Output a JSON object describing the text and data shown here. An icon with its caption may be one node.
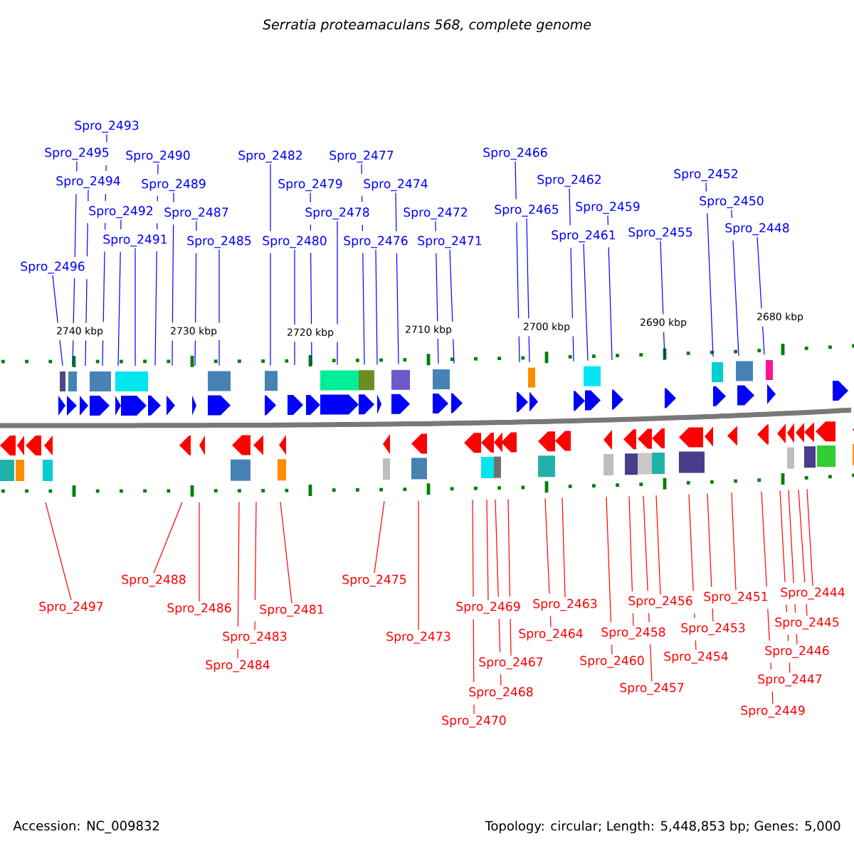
{
  "diagram": {
    "title": "Serratia proteamaculans 568, complete genome",
    "nodes": [
      {
        "text": [
          "Spro_2493"
        ]
      },
      {
        "text": [
          "Spro_2495"
        ]
      },
      {
        "text": [
          "Spro_2494"
        ]
      },
      {
        "text": [
          "Spro_2490"
        ]
      },
      {
        "text": [
          "Spro_2489"
        ]
      },
      {
        "text": [
          "Spro_2492"
        ]
      },
      {
        "text": [
          "Spro_2491"
        ]
      },
      {
        "text": [
          "Spro_2487"
        ]
      },
      {
        "text": [
          "Spro_2485"
        ]
      },
      {
        "text": [
          "Spro_2496"
        ]
      },
      {
        "text": [
          "Spro_2482"
        ]
      },
      {
        "text": [
          "Spro_2479"
        ]
      },
      {
        "text": [
          "Spro_2478"
        ]
      },
      {
        "text": [
          "Spro_2480"
        ]
      },
      {
        "text": [
          "Spro_2477"
        ]
      },
      {
        "text": [
          "Spro_2474"
        ]
      },
      {
        "text": [
          "Spro_2476"
        ]
      },
      {
        "text": [
          "Spro_2472"
        ]
      },
      {
        "text": [
          "Spro_2471"
        ]
      },
      {
        "text": [
          "Spro_2466"
        ]
      },
      {
        "text": [
          "Spro_2465"
        ]
      },
      {
        "text": [
          "Spro_2462"
        ]
      },
      {
        "text": [
          "Spro_2459"
        ]
      },
      {
        "text": [
          "Spro_2461"
        ]
      },
      {
        "text": [
          "Spro_2455"
        ]
      },
      {
        "text": [
          "Spro_2452"
        ]
      },
      {
        "text": [
          "Spro_2450"
        ]
      },
      {
        "text": [
          "Spro_2448"
        ]
      },
      {
        "text": [
          "Spro_2497"
        ]
      },
      {
        "text": [
          "Spro_2488"
        ]
      },
      {
        "text": [
          "Spro_2486"
        ]
      },
      {
        "text": [
          "Spro_2483"
        ]
      },
      {
        "text": [
          "Spro_2484"
        ]
      },
      {
        "text": [
          "Spro_2481"
        ]
      },
      {
        "text": [
          "Spro_2475"
        ]
      },
      {
        "text": [
          "Spro_2473"
        ]
      },
      {
        "text": [
          "Spro_2469"
        ]
      },
      {
        "text": [
          "Spro_2467"
        ]
      },
      {
        "text": [
          "Spro_2468"
        ]
      },
      {
        "text": [
          "Spro_2470"
        ]
      },
      {
        "text": [
          "Spro_2463"
        ]
      },
      {
        "text": [
          "Spro_2464"
        ]
      },
      {
        "text": [
          "Spro_2460"
        ]
      },
      {
        "text": [
          "Spro_2458"
        ]
      },
      {
        "text": [
          "Spro_2456"
        ]
      },
      {
        "text": [
          "Spro_2457"
        ]
      },
      {
        "text": [
          "Spro_2454"
        ]
      },
      {
        "text": [
          "Spro_2453"
        ]
      },
      {
        "text": [
          "Spro_2451"
        ]
      },
      {
        "text": [
          "Spro_2449"
        ]
      },
      {
        "text": [
          "Spro_2447"
        ]
      },
      {
        "text": [
          "Spro_2446"
        ]
      },
      {
        "text": [
          "Spro_2445"
        ]
      },
      {
        "text": [
          "Spro_2444"
        ]
      }
    ],
    "edges": [
      {
        "from": 0,
        "to": null,
        "arrow": "none"
      },
      {
        "from": 1,
        "to": null,
        "arrow": "none"
      },
      {
        "from": 2,
        "to": null,
        "arrow": "none"
      },
      {
        "from": 3,
        "to": null,
        "arrow": "none"
      },
      {
        "from": 4,
        "to": null,
        "arrow": "none"
      },
      {
        "from": 5,
        "to": null,
        "arrow": "none"
      },
      {
        "from": 6,
        "to": null,
        "arrow": "none"
      },
      {
        "from": 7,
        "to": null,
        "arrow": "none"
      },
      {
        "from": 8,
        "to": null,
        "arrow": "none"
      },
      {
        "from": 9,
        "to": null,
        "arrow": "none"
      },
      {
        "from": 10,
        "to": null,
        "arrow": "none"
      },
      {
        "from": 11,
        "to": null,
        "arrow": "none"
      },
      {
        "from": 12,
        "to": null,
        "arrow": "none"
      },
      {
        "from": 13,
        "to": null,
        "arrow": "none"
      },
      {
        "from": 14,
        "to": null,
        "arrow": "none"
      },
      {
        "from": 15,
        "to": null,
        "arrow": "none"
      },
      {
        "from": 16,
        "to": null,
        "arrow": "none"
      },
      {
        "from": 17,
        "to": null,
        "arrow": "none"
      },
      {
        "from": 18,
        "to": null,
        "arrow": "none"
      },
      {
        "from": 19,
        "to": null,
        "arrow": "none"
      },
      {
        "from": 20,
        "to": null,
        "arrow": "none"
      },
      {
        "from": 21,
        "to": null,
        "arrow": "none"
      },
      {
        "from": 22,
        "to": null,
        "arrow": "none"
      },
      {
        "from": 23,
        "to": null,
        "arrow": "none"
      },
      {
        "from": 24,
        "to": null,
        "arrow": "none"
      },
      {
        "from": 25,
        "to": null,
        "arrow": "none"
      },
      {
        "from": 26,
        "to": null,
        "arrow": "none"
      },
      {
        "from": 27,
        "to": null,
        "arrow": "none"
      },
      {
        "from": 28,
        "to": null,
        "arrow": "none",
        "color": "#ff0000"
      },
      {
        "from": 29,
        "to": null,
        "arrow": "none",
        "color": "#ff0000"
      },
      {
        "from": 30,
        "to": null,
        "arrow": "none",
        "color": "#ff0000"
      },
      {
        "from": 31,
        "to": null,
        "arrow": "none",
        "color": "#ff0000"
      },
      {
        "from": 32,
        "to": null,
        "arrow": "none",
        "color": "#ff0000"
      },
      {
        "from": 33,
        "to": null,
        "arrow": "none",
        "color": "#ff0000"
      },
      {
        "from": 34,
        "to": null,
        "arrow": "none",
        "color": "#ff0000"
      },
      {
        "from": 35,
        "to": null,
        "arrow": "none",
        "color": "#ff0000"
      },
      {
        "from": 36,
        "to": null,
        "arrow": "none",
        "color": "#ff0000"
      },
      {
        "from": 37,
        "to": null,
        "arrow": "none",
        "color": "#ff0000"
      },
      {
        "from": 38,
        "to": null,
        "arrow": "none",
        "color": "#ff0000"
      },
      {
        "from": 39,
        "to": null,
        "arrow": "none",
        "color": "#ff0000"
      },
      {
        "from": 40,
        "to": null,
        "arrow": "none",
        "color": "#ff0000"
      },
      {
        "from": 41,
        "to": null,
        "arrow": "none",
        "color": "#ff0000"
      },
      {
        "from": 42,
        "to": null,
        "arrow": "none",
        "color": "#ff0000"
      },
      {
        "from": 43,
        "to": null,
        "arrow": "none",
        "color": "#ff0000"
      },
      {
        "from": 44,
        "to": null,
        "arrow": "none",
        "color": "#ff0000"
      },
      {
        "from": 45,
        "to": null,
        "arrow": "none",
        "color": "#ff0000"
      },
      {
        "from": 46,
        "to": null,
        "arrow": "none",
        "color": "#ff0000"
      },
      {
        "from": 47,
        "to": null,
        "arrow": "none",
        "color": "#ff0000"
      },
      {
        "from": 48,
        "to": null,
        "arrow": "none",
        "color": "#ff0000"
      },
      {
        "from": 49,
        "to": null,
        "arrow": "none",
        "color": "#ff0000"
      },
      {
        "from": 50,
        "to": null,
        "arrow": "none",
        "color": "#ff0000"
      },
      {
        "from": 51,
        "to": null,
        "arrow": "none",
        "color": "#ff0000"
      },
      {
        "from": 52,
        "to": null,
        "arrow": "none",
        "color": "#ff0000"
      },
      {
        "from": 53,
        "to": null,
        "arrow": "none",
        "color": "#ff0000"
      }
    ],
    "labels": [
      "2740 kbp",
      "2730 kbp",
      "2720 kbp",
      "2710 kbp",
      "2700 kbp",
      "2690 kbp",
      "2680 kbp",
      "Accession: NC_009832",
      "Topology: circular; Length: 5,448,853 bp; Genes: 5,000"
    ]
  }
}
